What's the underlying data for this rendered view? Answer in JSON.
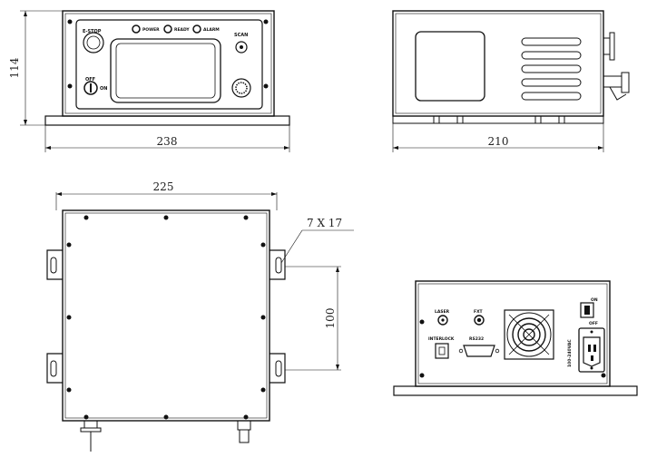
{
  "dimensions": {
    "front_height": "114",
    "front_width": "238",
    "side_depth": "210",
    "top_width": "225",
    "slot_size": "7 X 17",
    "mount_spacing": "100"
  },
  "front_panel": {
    "estop_label": "E-STOP",
    "power_label": "POWER",
    "ready_label": "READY",
    "alarm_label": "ALARM",
    "scan_label": "SCAN",
    "off_label": "OFF",
    "on_label": "ON"
  },
  "rear_panel": {
    "laser_label": "LASER",
    "fxt_label": "FXT",
    "interlock_label": "INTERLOCK",
    "rs232_label": "RS232",
    "switch_on_label": "ON",
    "switch_off_label": "OFF",
    "voltage_label": "100-240VAC"
  },
  "colors": {
    "line": "#111111",
    "background": "#ffffff"
  }
}
